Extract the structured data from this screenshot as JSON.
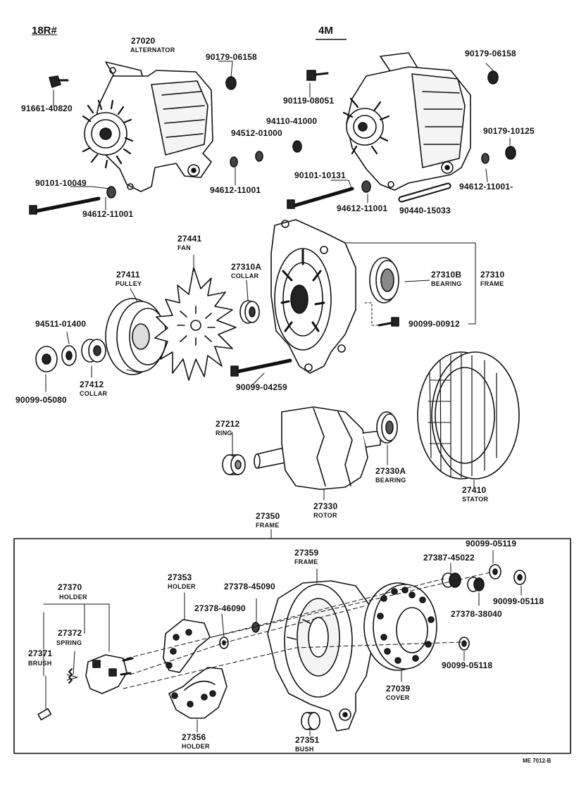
{
  "headers": {
    "left": "18R#",
    "right": "4M"
  },
  "footer_code": "ME 7012-B",
  "parts": {
    "p27020": {
      "num": "27020",
      "name": "ALTERNATOR"
    },
    "p90179_06158_l": {
      "num": "90179-06158"
    },
    "p91661_40820": {
      "num": "91661-40820"
    },
    "p94110_41000": {
      "num": "94110-41000"
    },
    "p94512_01000": {
      "num": "94512-01000"
    },
    "p94612_11001_a": {
      "num": "94612-11001"
    },
    "p90101_10049": {
      "num": "90101-10049"
    },
    "p94612_11001_b": {
      "num": "94612-11001"
    },
    "p90179_06158_r": {
      "num": "90179-06158"
    },
    "p90119_08051": {
      "num": "90119-08051"
    },
    "p90179_10125": {
      "num": "90179-10125"
    },
    "p94612_11001_c": {
      "num": "94612-11001-"
    },
    "p90101_10131": {
      "num": "90101-10131"
    },
    "p94612_11001_d": {
      "num": "94612-11001"
    },
    "p90440_15033": {
      "num": "90440-15033"
    },
    "p27441": {
      "num": "27441",
      "name": "FAN"
    },
    "p27411": {
      "num": "27411",
      "name": "PULLEY"
    },
    "p27310A": {
      "num": "27310A",
      "name": "COLLAR"
    },
    "p27310B": {
      "num": "27310B",
      "name": "BEARING"
    },
    "p27310": {
      "num": "27310",
      "name": "FRAME"
    },
    "p94511_01400": {
      "num": "94511-01400"
    },
    "p90099_00912": {
      "num": "90099-00912"
    },
    "p27412": {
      "num": "27412",
      "name": "COLLAR"
    },
    "p90099_05080": {
      "num": "90099-05080"
    },
    "p90099_04259": {
      "num": "90099-04259"
    },
    "p27212": {
      "num": "27212",
      "name": "RING"
    },
    "p27330A": {
      "num": "27330A",
      "name": "BEARING"
    },
    "p27410": {
      "num": "27410",
      "name": "STATOR"
    },
    "p27330": {
      "num": "27330",
      "name": "ROTOR"
    },
    "p27350": {
      "num": "27350",
      "name": "FRAME"
    },
    "p90099_05119": {
      "num": "90099-05119"
    },
    "p27359": {
      "num": "27359",
      "name": "FRAME"
    },
    "p27387_45022": {
      "num": "27387-45022"
    },
    "p27353": {
      "num": "27353",
      "name": "HOLDER"
    },
    "p27378_45090_a": {
      "num": "27378-45090"
    },
    "p27370": {
      "num": "27370",
      "name": "HOLDER"
    },
    "p27378_46090": {
      "num": "27378-46090"
    },
    "p90099_05118_a": {
      "num": "90099-05118"
    },
    "p27378_38040": {
      "num": "27378-38040"
    },
    "p27372": {
      "num": "27372",
      "name": "SPRING"
    },
    "p27371": {
      "num": "27371",
      "name": "BRUSH"
    },
    "p27039": {
      "num": "27039",
      "name": "COVER"
    },
    "p90099_05118_b": {
      "num": "90099-05118"
    },
    "p27356": {
      "num": "27356",
      "name": "HOLDER"
    },
    "p27351": {
      "num": "27351",
      "name": "BUSH"
    }
  }
}
